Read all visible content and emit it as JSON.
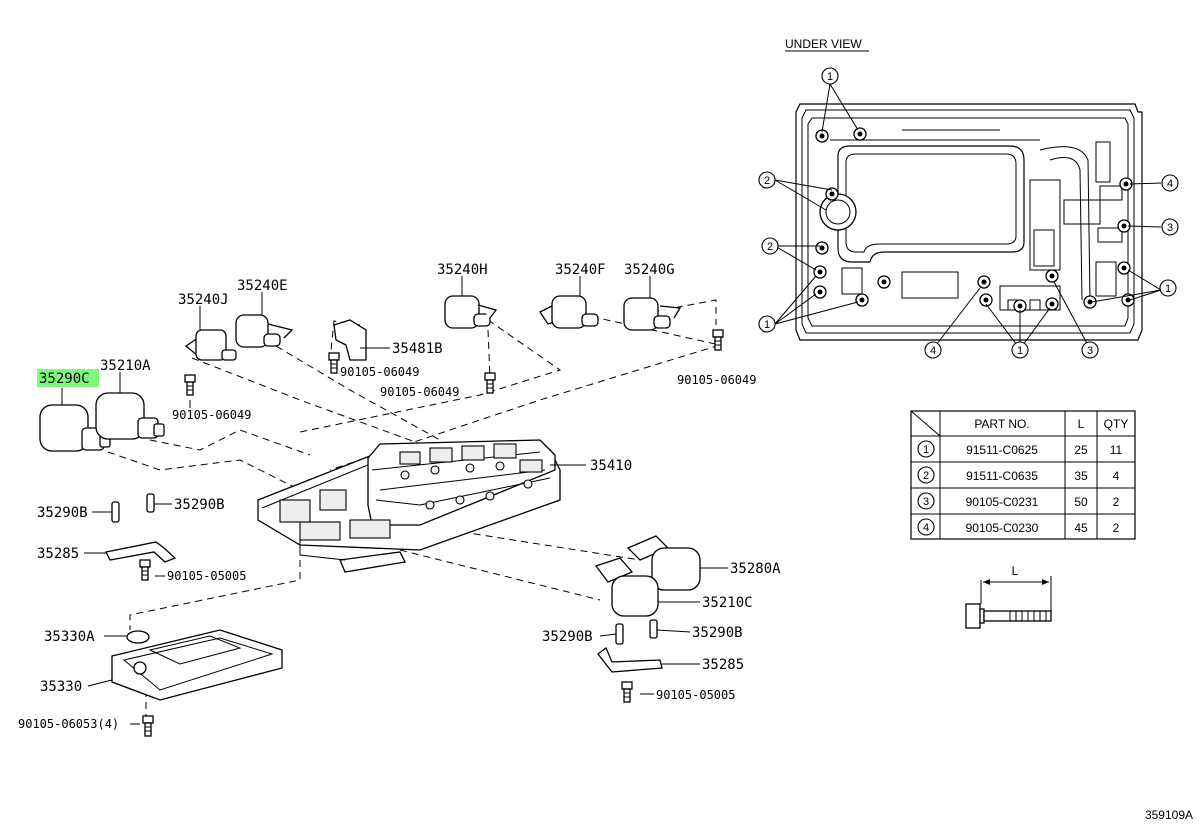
{
  "diagram": {
    "under_view_title": "UNDER VIEW",
    "figure_number": "359109A",
    "highlighted_part": "35290C",
    "parts": {
      "p35240J": "35240J",
      "p35240E": "35240E",
      "p35240H": "35240H",
      "p35240F": "35240F",
      "p35240G": "35240G",
      "p35481B": "35481B",
      "p35290C": "35290C",
      "p35210A": "35210A",
      "p35410": "35410",
      "p35290B_left1": "35290B",
      "p35290B_left2": "35290B",
      "p35285_left": "35285",
      "p35280A": "35280A",
      "p35210C": "35210C",
      "p35330A": "35330A",
      "p35290B_right1": "35290B",
      "p35290B_right2": "35290B",
      "p35285_right": "35285",
      "p35330": "35330"
    },
    "bolts": {
      "b_06049_a": "90105-06049",
      "b_06049_b": "90105-06049",
      "b_06049_c": "90105-06049",
      "b_06049_d": "90105-06049",
      "b_05005_left": "90105-05005",
      "b_05005_right": "90105-05005",
      "b_06053": "90105-06053(4)"
    },
    "callouts": {
      "c1": "1",
      "c2": "2",
      "c3": "3",
      "c4": "4"
    },
    "dimension_label": "L"
  },
  "table": {
    "headers": [
      "PART NO.",
      "L",
      "QTY"
    ],
    "rows": [
      {
        "ref": "1",
        "part_no": "91511-C0625",
        "l": "25",
        "qty": "11"
      },
      {
        "ref": "2",
        "part_no": "91511-C0635",
        "l": "35",
        "qty": "4"
      },
      {
        "ref": "3",
        "part_no": "90105-C0231",
        "l": "50",
        "qty": "2"
      },
      {
        "ref": "4",
        "part_no": "90105-C0230",
        "l": "45",
        "qty": "2"
      }
    ]
  }
}
